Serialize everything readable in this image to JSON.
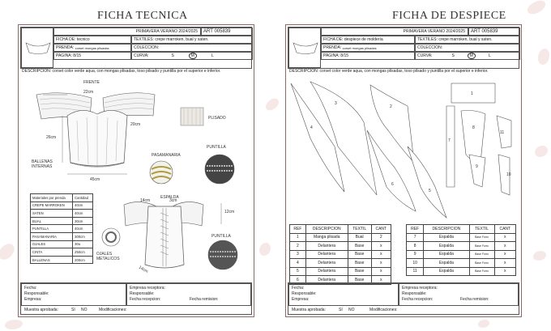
{
  "left": {
    "title": "FICHA TECNICA",
    "season": "PRIMAVERA VERANO 2024/2025",
    "art": "ART 005839",
    "ficha": "FICHA DE: tecnico",
    "textiles": "TEXTILES: crepe marroken, bual y saten.",
    "prenda_label": "PRENDA:",
    "prenda": "corset mongas plisadas",
    "coleccion": "COLECCION:",
    "pagina": "PAGINA: 8/15",
    "curva": "CURVA:",
    "sizes": [
      "S",
      "M",
      "L"
    ],
    "description": "DESCRIPCION: corset color verde aqua, con mongas plisadas, toso pilsado y puntilla por el superior e inferior.",
    "labels": {
      "frente": "FRENTE",
      "w22": "22cm",
      "w20": "20cm",
      "h26": "26cm",
      "ballenas": "BALLENAS",
      "internas": "INTERNAS",
      "w45": "45cm",
      "plisado": "PLISADO",
      "pasamanaria": "PASAMANARIA",
      "puntilla1": "PUNTILLA",
      "espalda": "ESPALDA",
      "h14": "14cm",
      "h3": "3cm",
      "h12": "12cm",
      "puntilla2": "PUNTILLA",
      "ojales": "OJALES",
      "metalicos": "METALICOS",
      "w14": "14cm"
    },
    "materials_header": [
      "Materiales por prenda",
      "Cantidad"
    ],
    "materials": [
      [
        "CREPE MARROKEN",
        "40cm"
      ],
      [
        "SATEN",
        "40cm"
      ],
      [
        "BUAL",
        "30cm"
      ],
      [
        "PUNTILLA",
        "40cm"
      ],
      [
        "PASAMANARIA",
        "300cm"
      ],
      [
        "OJALES",
        "30u"
      ],
      [
        "CINTA",
        "250cm"
      ],
      [
        "BALLENAS",
        "200cm"
      ]
    ],
    "footer": {
      "fecha": "Fecha:",
      "responsable": "Responsable:",
      "empresa": "Empresa:",
      "empresa_receptora": "Empresa receptora:",
      "responsable2": "Responsable:",
      "fecha_recepcion": "Fecha recepcion:",
      "fecha_remision": "Fecha remision:",
      "muestra": "Muestra aprobada:",
      "si": "SI",
      "no": "NO",
      "modificaciones": "Modificaciones:"
    }
  },
  "right": {
    "title": "FICHA DE DESPIECE",
    "season": "PRIMAVERA VERANO 2024/2025",
    "art": "ART 005839",
    "ficha": "FICHA DE: despiece de moldería",
    "textiles": "TEXTILES: crepe marroken, bual y saten.",
    "prenda_label": "PRENDA:",
    "prenda": "corset mongas plisadas",
    "coleccion": "COLECCION:",
    "pagina": "PAGINA: 8/15",
    "curva": "CURVA:",
    "sizes": [
      "S",
      "M",
      "L"
    ],
    "description": "DESCRIPCION: corset color verde aqua, con mongas plisadas, toso pilsado y puntilla por el superior e inferior.",
    "piece_numbers": [
      "1",
      "2",
      "3",
      "4",
      "5",
      "6",
      "7",
      "8",
      "9",
      "10",
      "11"
    ],
    "table_header": [
      "REF",
      "DESCRIPCION",
      "TEXTIL",
      "CANT"
    ],
    "rows_left": [
      [
        "1",
        "Manga plisada",
        "Bual",
        "2"
      ],
      [
        "2",
        "Delantera",
        "Base",
        "x"
      ],
      [
        "3",
        "Delantera",
        "Base",
        "x"
      ],
      [
        "4",
        "Delantera",
        "Base",
        "x"
      ],
      [
        "5",
        "Delantera",
        "Base",
        "x"
      ],
      [
        "6",
        "Delantera",
        "Base",
        "x"
      ]
    ],
    "rows_right": [
      [
        "7",
        "Espalda",
        "Base Forro",
        "x"
      ],
      [
        "8",
        "Espalda",
        "Base Forro",
        "x"
      ],
      [
        "9",
        "Espalda",
        "Base Forro",
        "x"
      ],
      [
        "10",
        "Espalda",
        "Base Forro",
        "x"
      ],
      [
        "11",
        "Espalda",
        "Base Forro",
        "x"
      ]
    ],
    "footer": {
      "fecha": "Fecha:",
      "responsable": "Responsable:",
      "empresa": "Empresa:",
      "empresa_receptora": "Empresa receptora:",
      "responsable2": "Responsable:",
      "fecha_recepcion": "Fecha recepcion:",
      "fecha_remision": "Fecha remision:",
      "muestra": "Muestra aprobada:",
      "si": "SI",
      "no": "NO",
      "modificaciones": "Modificaciones:"
    }
  },
  "colors": {
    "border": "#8c6a6a",
    "petal": "#f3dede"
  }
}
